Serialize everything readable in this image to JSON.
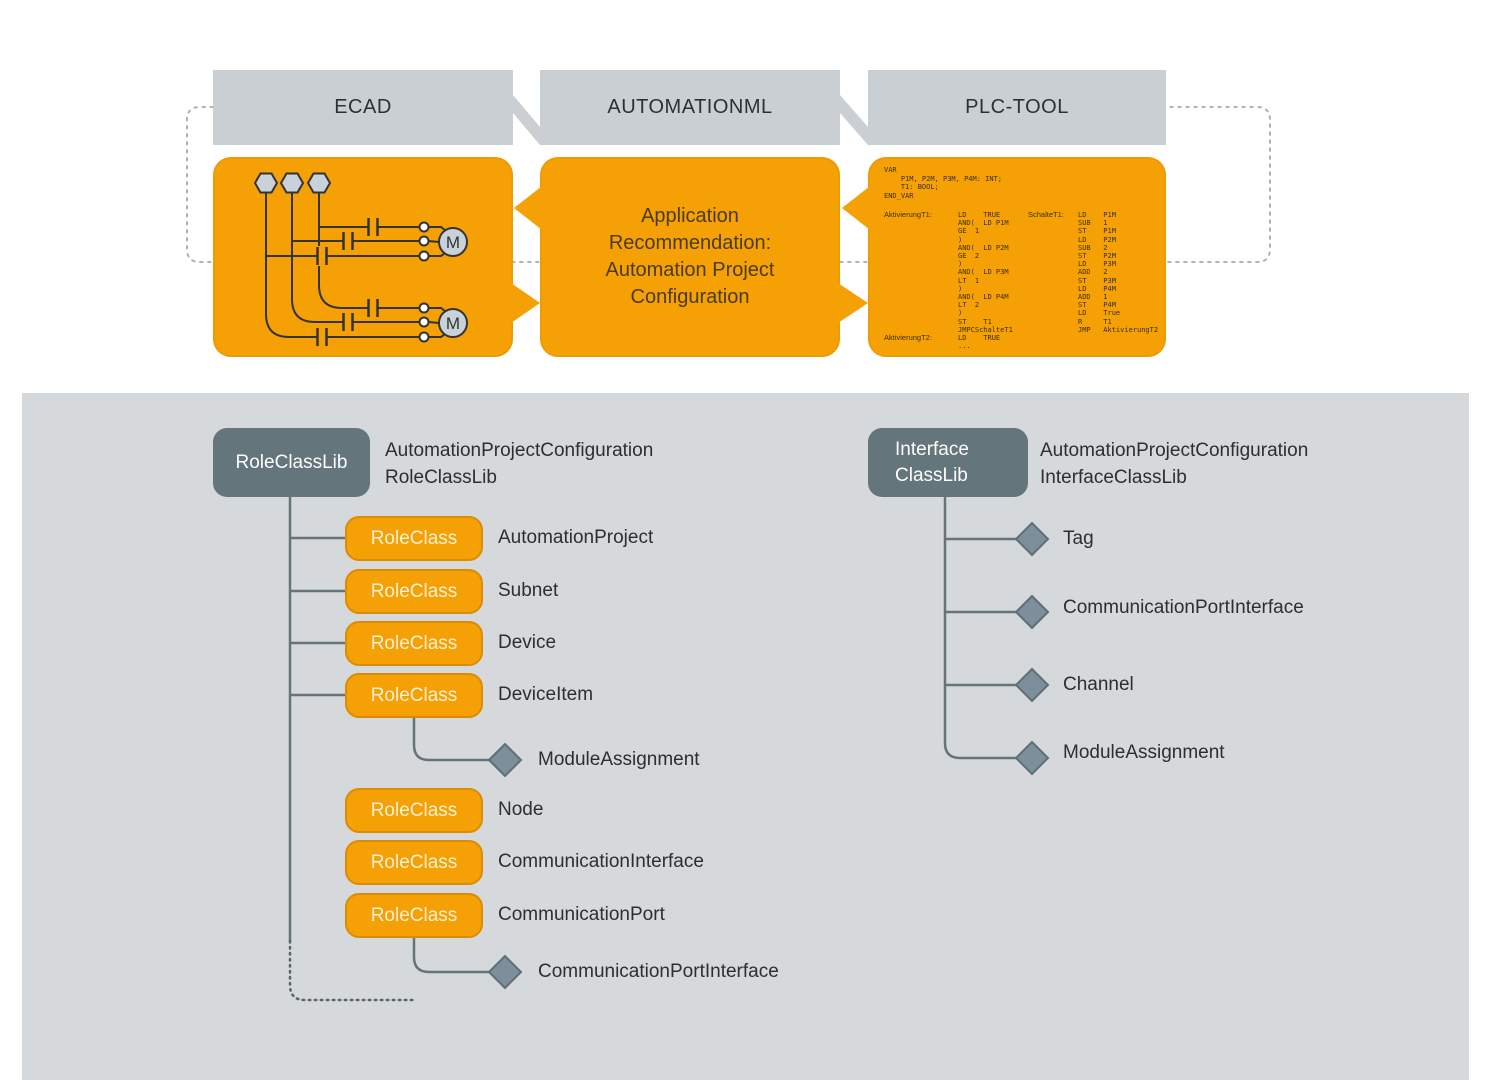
{
  "colors": {
    "orange": "#F5A005",
    "header_gray": "#C9CFD3",
    "slate": "#64757C",
    "panel_gray": "#D5D9DB",
    "line_gray": "#667479",
    "diamond_fill": "#7D8F9A",
    "diamond_stroke": "#5E6E76"
  },
  "flow": {
    "stages": [
      {
        "label": "ECAD"
      },
      {
        "label": "AUTOMATIONML"
      },
      {
        "label": "PLC-TOOL"
      }
    ],
    "aml_text": "Application\nRecommendation:\nAutomation Project\nConfiguration",
    "motor_label": "M",
    "plc": {
      "var_block": "VAR\n    P1M, P2M, P3M, P4M: INT;\n    T1: BOOL;\nEND_VAR",
      "label_akt1": "AktivierungT1:",
      "label_akt2": "AktivierungT2:",
      "label_schalte": "SchalteT1:",
      "col_akt": "LD    TRUE\nAND(  LD P1M\nGE  1\n)\nAND(  LD P2M\nGE  2\n)\nAND(  LD P3M\nLT  1\n)\nAND(  LD P4M\nLT  2\n)\nST    T1\nJMPCSchalteT1\nLD    TRUE\n...",
      "col_schalte": "LD    P1M\nSUB   1\nST    P1M\nLD    P2M\nSUB   2\nST    P2M\nLD    P3M\nADD   2\nST    P3M\nLD    P4M\nADD   1\nST    P4M\nLD    True\nR     T1\nJMP   AktivierungT2"
    }
  },
  "role_tree": {
    "lib_label": "RoleClassLib",
    "title": "AutomationProjectConfiguration\nRoleClassLib",
    "nodes": [
      {
        "box": "RoleClass",
        "label": "AutomationProject"
      },
      {
        "box": "RoleClass",
        "label": "Subnet"
      },
      {
        "box": "RoleClass",
        "label": "Device"
      },
      {
        "box": "RoleClass",
        "label": "DeviceItem"
      },
      {
        "box": "RoleClass",
        "label": "Node"
      },
      {
        "box": "RoleClass",
        "label": "CommunicationInterface"
      },
      {
        "box": "RoleClass",
        "label": "CommunicationPort"
      }
    ],
    "children": [
      {
        "label": "ModuleAssignment",
        "parent": "DeviceItem"
      },
      {
        "label": "CommunicationPortInterface",
        "parent": "CommunicationPort"
      }
    ]
  },
  "interface_tree": {
    "lib_label": "Interface\nClassLib",
    "title": "AutomationProjectConfiguration\nInterfaceClassLib",
    "items": [
      {
        "label": "Tag"
      },
      {
        "label": "CommunicationPortInterface"
      },
      {
        "label": "Channel"
      },
      {
        "label": "ModuleAssignment"
      }
    ]
  }
}
